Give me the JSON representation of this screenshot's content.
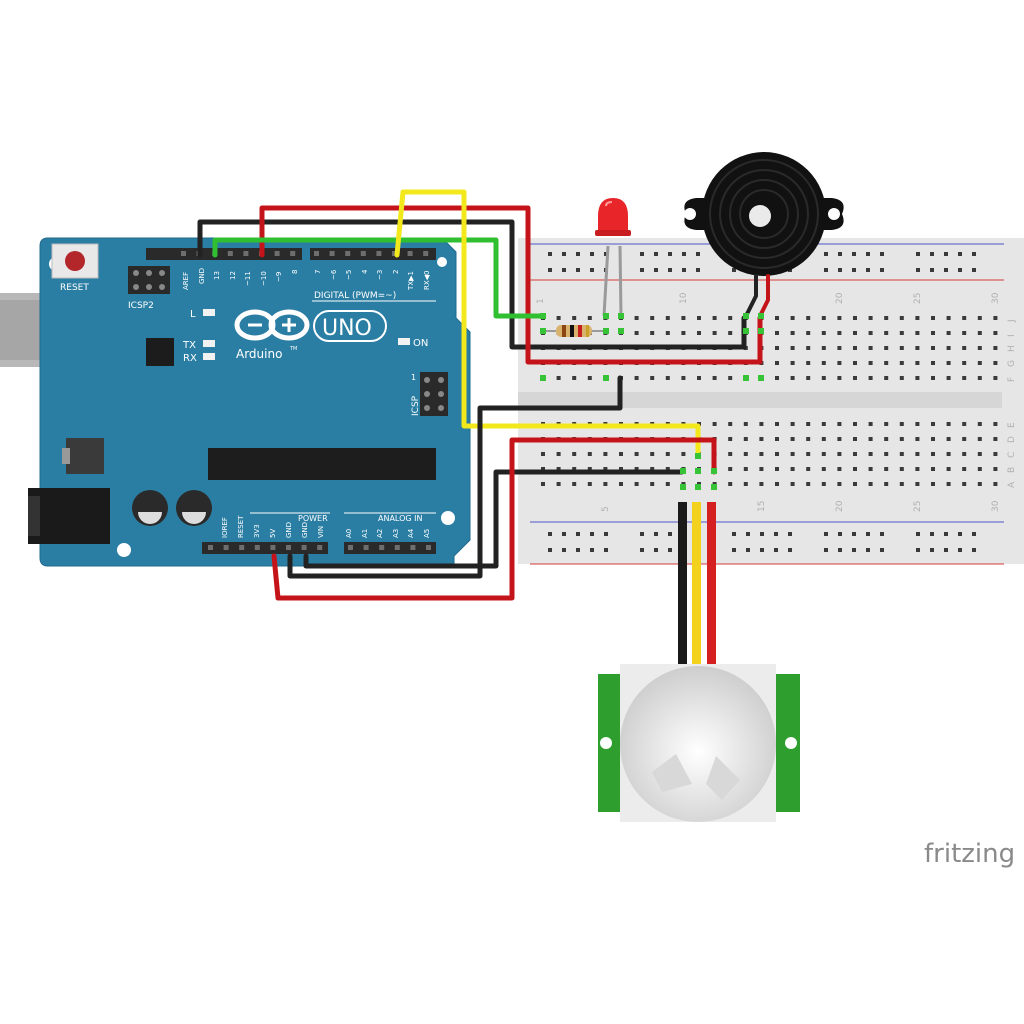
{
  "arduino": {
    "reset_label": "RESET",
    "icsp2_label": "ICSP2",
    "icsp_label": "ICSP",
    "icsp_pin1": "1",
    "brand": "Arduino",
    "brand_tm": "TM",
    "model": "UNO",
    "digital_label": "DIGITAL (PWM=~)",
    "power_label": "POWER",
    "analog_label": "ANALOG IN",
    "on_label": "ON",
    "led_labels": [
      "L",
      "TX",
      "RX"
    ],
    "top_pins": [
      "AREF",
      "GND",
      "13",
      "12",
      "~11",
      "~10",
      "~9",
      "8",
      "7",
      "~6",
      "~5",
      "4",
      "~3",
      "2",
      "TX▶1",
      "RX◀0"
    ],
    "power_pins": [
      "IOREF",
      "RESET",
      "3V3",
      "5V",
      "GND",
      "GND",
      "VIN"
    ],
    "analog_pins": [
      "A0",
      "A1",
      "A2",
      "A3",
      "A4",
      "A5"
    ]
  },
  "breadboard": {
    "column_numbers": [
      "1",
      "5",
      "10",
      "15",
      "20",
      "25",
      "30"
    ],
    "row_letters_top": [
      "J",
      "I",
      "H",
      "G",
      "F"
    ],
    "row_letters_bottom": [
      "E",
      "D",
      "C",
      "B",
      "A"
    ]
  },
  "watermark": "fritzing",
  "colors": {
    "board": "#2b7ea3",
    "wire_red": "#c4141a",
    "wire_black": "#222222",
    "wire_yellow": "#f2e81c",
    "wire_green": "#2fbf30",
    "led": "#e8262a",
    "pir_pcb": "#2e9e2e"
  }
}
